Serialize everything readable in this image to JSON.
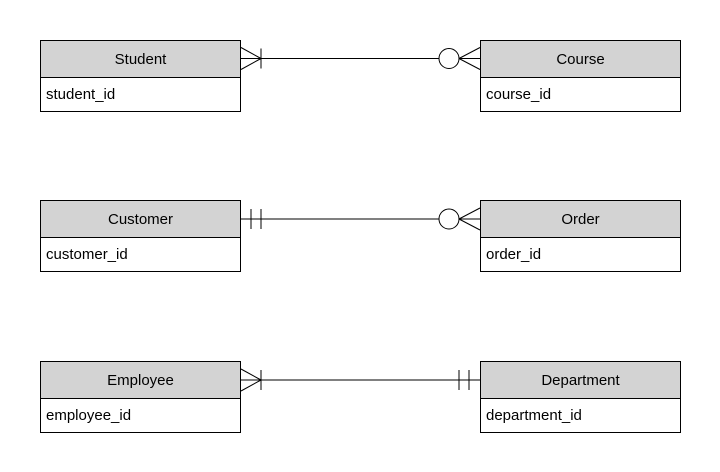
{
  "diagram": {
    "type": "entity-relationship-diagram",
    "colors": {
      "header_fill": "#d3d3d3",
      "body_fill": "#ffffff",
      "border": "#000000",
      "line": "#000000",
      "background": "#ffffff"
    },
    "entities": [
      {
        "name": "Student",
        "attribute": "student_id"
      },
      {
        "name": "Course",
        "attribute": "course_id"
      },
      {
        "name": "Customer",
        "attribute": "customer_id"
      },
      {
        "name": "Order",
        "attribute": "order_id"
      },
      {
        "name": "Employee",
        "attribute": "employee_id"
      },
      {
        "name": "Department",
        "attribute": "department_id"
      }
    ],
    "relationships": [
      {
        "from": "Student",
        "to": "Course",
        "from_cardinality": "one-or-many",
        "to_cardinality": "zero-or-many",
        "from_marker": "crows-foot-with-bar",
        "to_marker": "circle-with-crows-foot"
      },
      {
        "from": "Customer",
        "to": "Order",
        "from_cardinality": "one-and-only-one",
        "to_cardinality": "zero-or-many",
        "from_marker": "double-bar",
        "to_marker": "circle-with-crows-foot"
      },
      {
        "from": "Employee",
        "to": "Department",
        "from_cardinality": "one-or-many",
        "to_cardinality": "one-and-only-one",
        "from_marker": "crows-foot-with-bar",
        "to_marker": "double-bar"
      }
    ]
  }
}
